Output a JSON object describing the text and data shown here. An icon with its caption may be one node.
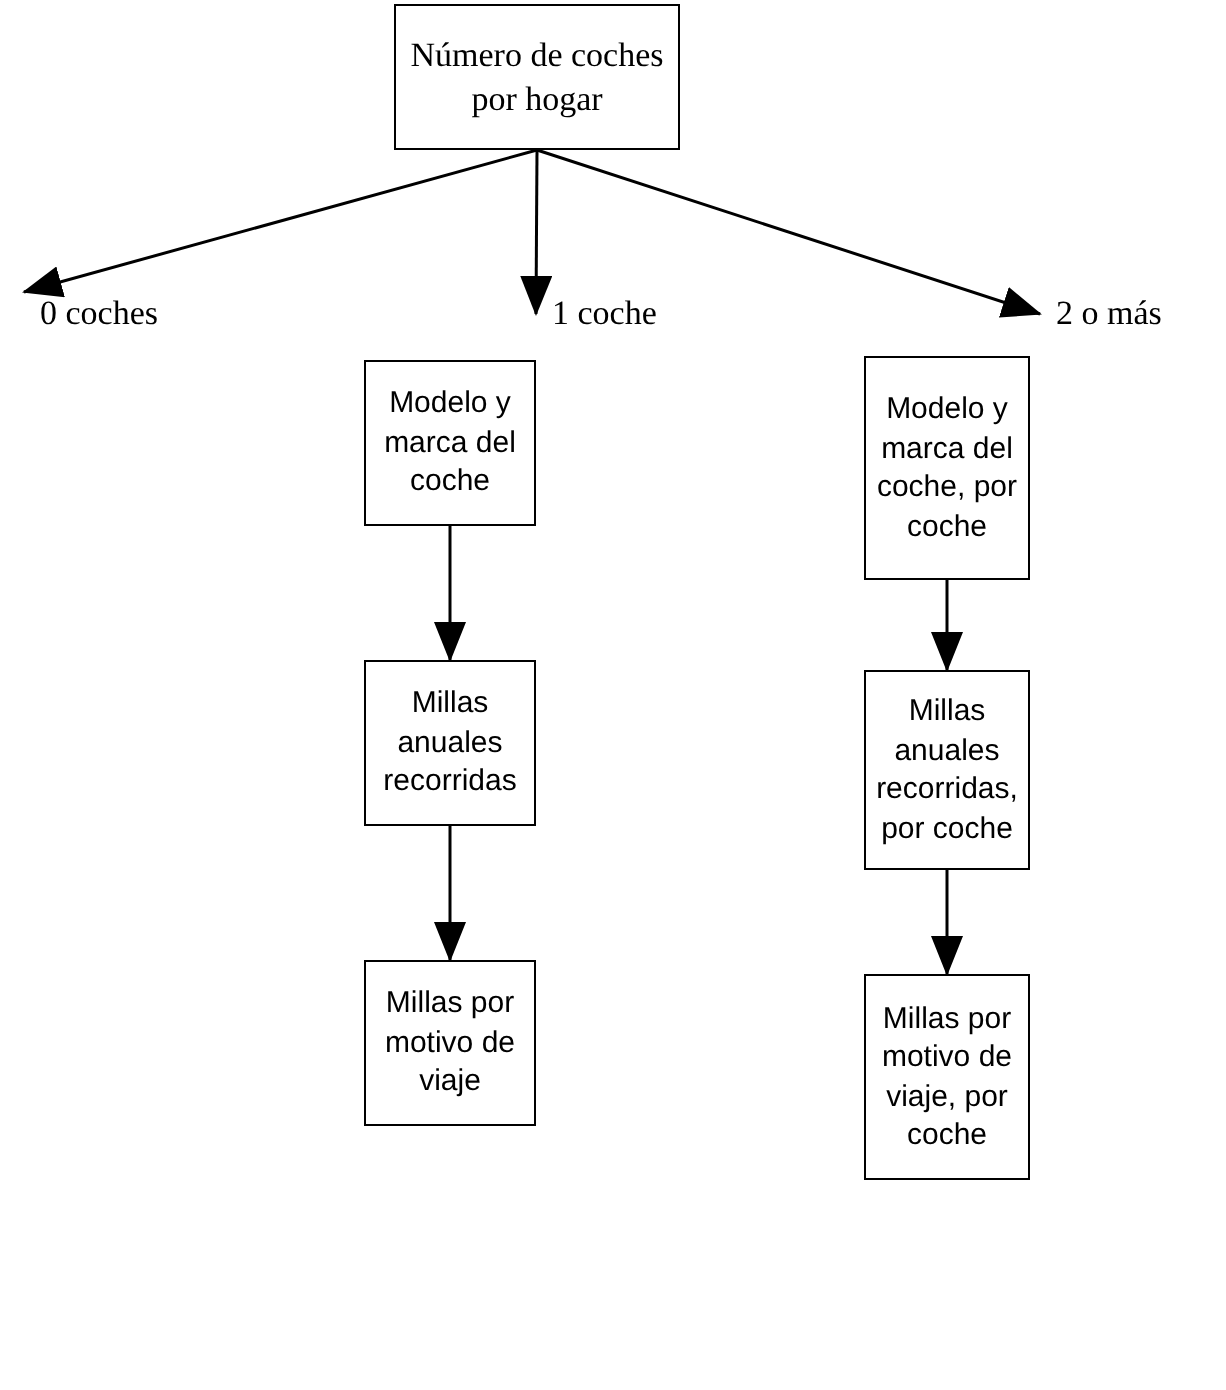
{
  "diagram": {
    "nodes": [
      {
        "text": [
          "Número de coches por hogar"
        ]
      },
      {
        "text": [
          "0 coches"
        ]
      },
      {
        "text": [
          "1 coche"
        ]
      },
      {
        "text": [
          "2 o más"
        ]
      },
      {
        "text": [
          "Modelo y marca del coche"
        ]
      },
      {
        "text": [
          "Millas anuales recorridas"
        ]
      },
      {
        "text": [
          "Millas por motivo de viaje"
        ]
      },
      {
        "text": [
          "Modelo y marca del coche, por coche"
        ]
      },
      {
        "text": [
          "Millas anuales recorridas, por coche"
        ]
      },
      {
        "text": [
          "Millas por motivo de viaje, por coche"
        ]
      }
    ],
    "edges": [
      {
        "from": 0,
        "to": 1,
        "arrow": "to"
      },
      {
        "from": 0,
        "to": 2,
        "arrow": "to"
      },
      {
        "from": 0,
        "to": 3,
        "arrow": "to"
      },
      {
        "from": 4,
        "to": 5,
        "arrow": "to"
      },
      {
        "from": 5,
        "to": 6,
        "arrow": "to"
      },
      {
        "from": 7,
        "to": 8,
        "arrow": "to"
      },
      {
        "from": 8,
        "to": 9,
        "arrow": "to"
      }
    ]
  }
}
